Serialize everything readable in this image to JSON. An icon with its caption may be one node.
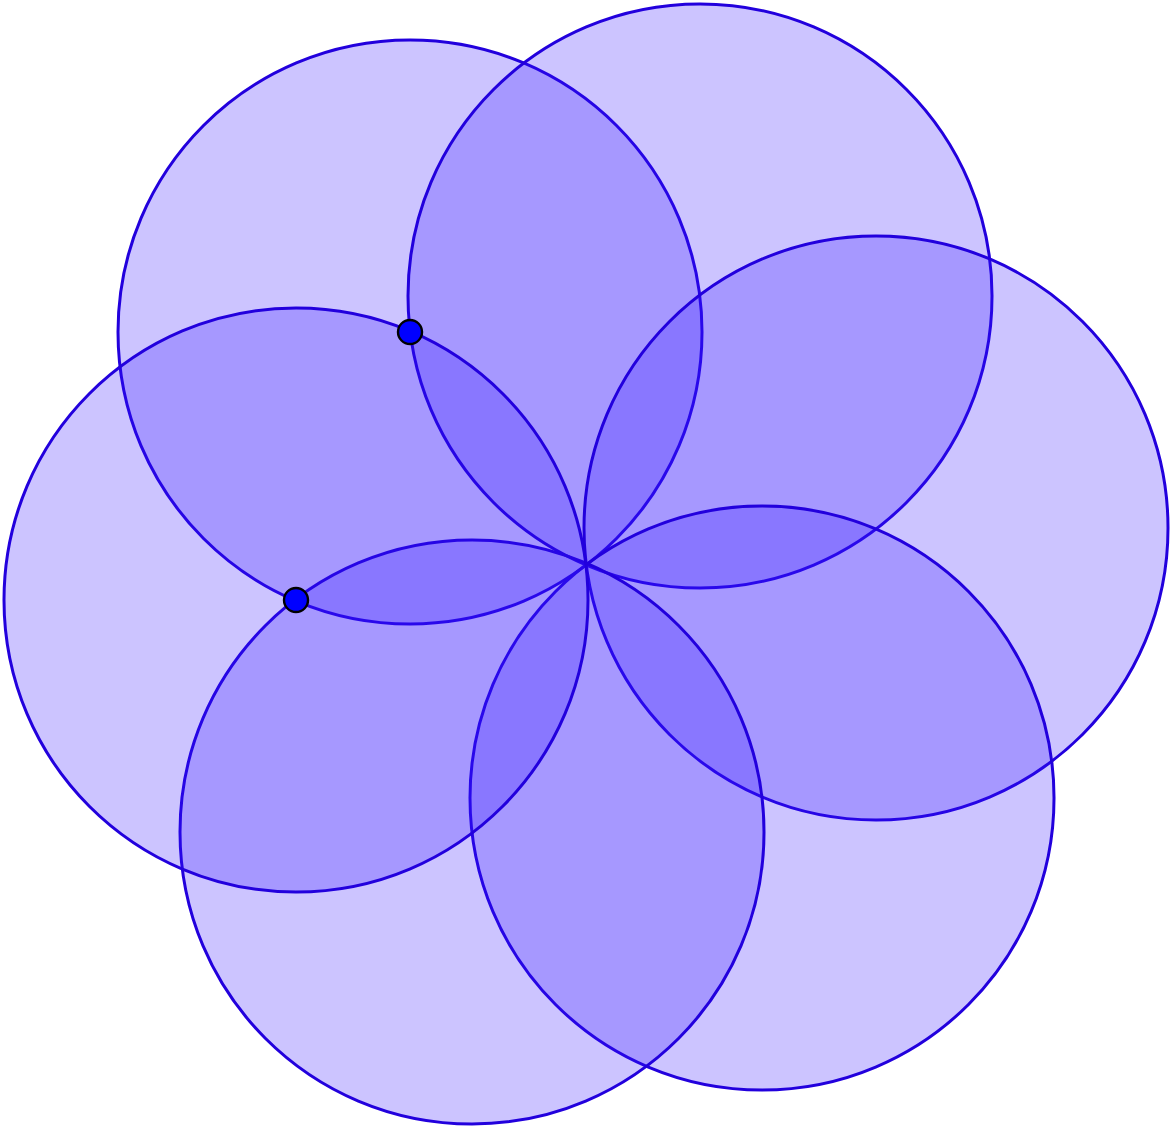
{
  "diagram": {
    "nodes": [
      {
        "text": [],
        "shape": "circle"
      },
      {
        "text": [],
        "shape": "circle"
      },
      {
        "text": [],
        "shape": "circle"
      },
      {
        "text": [],
        "shape": "circle"
      },
      {
        "text": [],
        "shape": "circle"
      },
      {
        "text": [],
        "shape": "circle"
      },
      {
        "text": [],
        "shape": "dot"
      },
      {
        "text": [],
        "shape": "dot"
      }
    ]
  }
}
